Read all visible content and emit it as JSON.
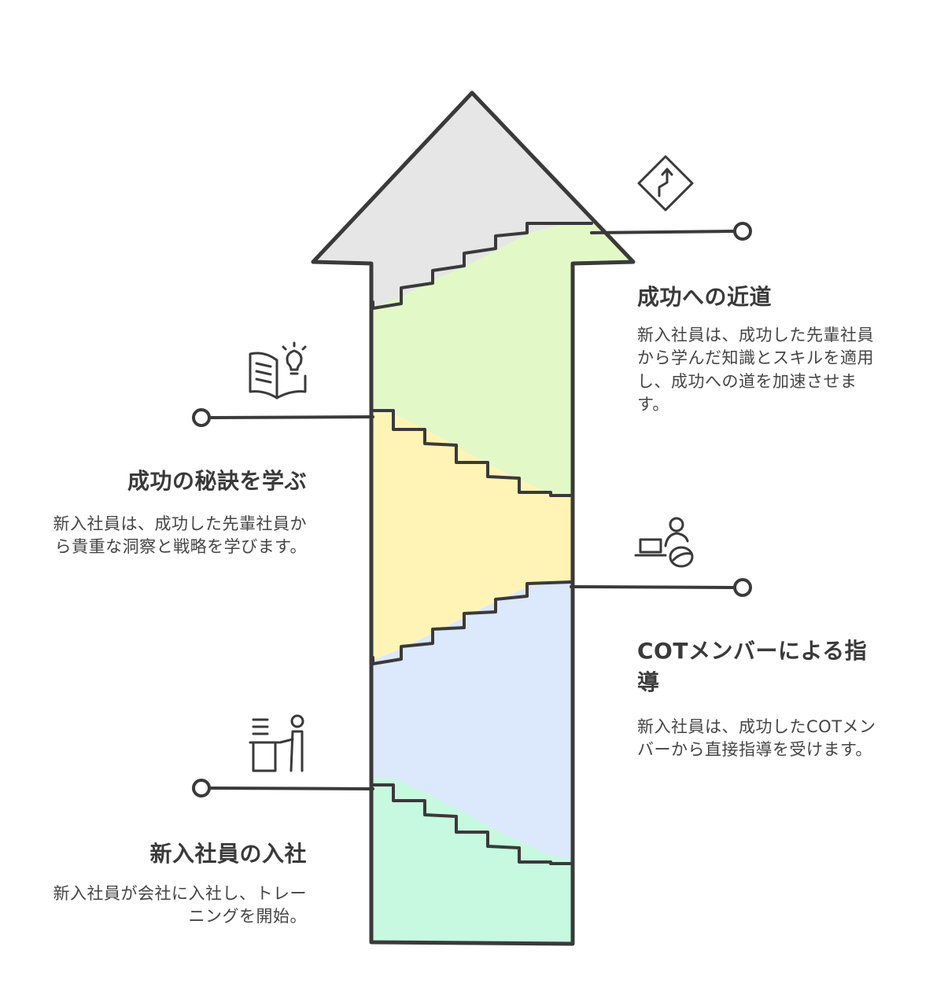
{
  "colors": {
    "outline": "#3a3a3a",
    "top": "#e6e6e6",
    "stage3": "#e3f8c7",
    "stage2": "#fff4b5",
    "stage1": "#dce8fb",
    "stage0": "#c7f8e0"
  },
  "steps": [
    {
      "title": "成功への近道",
      "description": "新入社員は、成功した先輩社員から学んだ知識とスキルを適用し、成功への道を加速させます。",
      "icon": "winding-road-sign-icon"
    },
    {
      "title": "成功の秘訣を学ぶ",
      "description": "新入社員は、成功した先輩社員から貴重な洞察と戦略を学びます。",
      "icon": "book-lightbulb-icon"
    },
    {
      "title": "COTメンバーによる指導",
      "description": "新入社員は、成功したCOTメンバーから直接指導を受けます。",
      "icon": "mentor-laptop-icon"
    },
    {
      "title": "新入社員の入社",
      "description": "新入社員が会社に入社し、トレーニングを開始。",
      "icon": "person-at-podium-icon"
    }
  ]
}
